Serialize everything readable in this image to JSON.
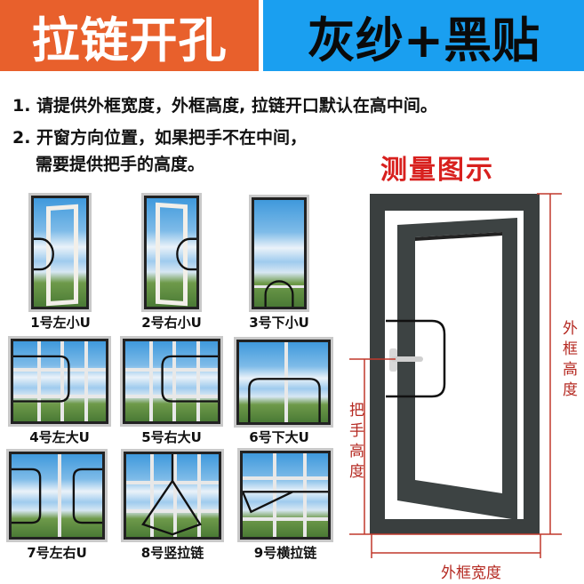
{
  "header": {
    "left_title": "拉链开孔",
    "right_title": "灰纱+黑贴",
    "colors": {
      "left_bg": "#e8602c",
      "left_text": "#ffffff",
      "right_bg": "#1a9ff0",
      "right_text": "#0a0a0a"
    }
  },
  "notes": {
    "line1": "1. 请提供外框宽度，外框高度, 拉链开口默认在高中间。",
    "line2": "2. 开窗方向位置，如果把手不在中间，",
    "line3": "需要提供把手的高度。"
  },
  "diagram": {
    "title": "测量图示",
    "title_color": "#d8201e",
    "outer_height_label": "外框高度",
    "handle_height_label": "把手高度",
    "outer_width_label": "外框宽度",
    "dimension_color": "#c0392b",
    "frame_color": "#3a3f3f"
  },
  "options": [
    {
      "label": "1号左小U",
      "type": "left-small-u"
    },
    {
      "label": "2号右小U",
      "type": "right-small-u"
    },
    {
      "label": "3号下小U",
      "type": "bottom-small-u"
    },
    {
      "label": "4号左大U",
      "type": "left-large-u"
    },
    {
      "label": "5号右大U",
      "type": "right-large-u"
    },
    {
      "label": "6号下大U",
      "type": "bottom-large-u"
    },
    {
      "label": "7号左右U",
      "type": "left-right-u"
    },
    {
      "label": "8号竖拉链",
      "type": "vertical-zipper"
    },
    {
      "label": "9号横拉链",
      "type": "horizontal-zipper"
    }
  ]
}
